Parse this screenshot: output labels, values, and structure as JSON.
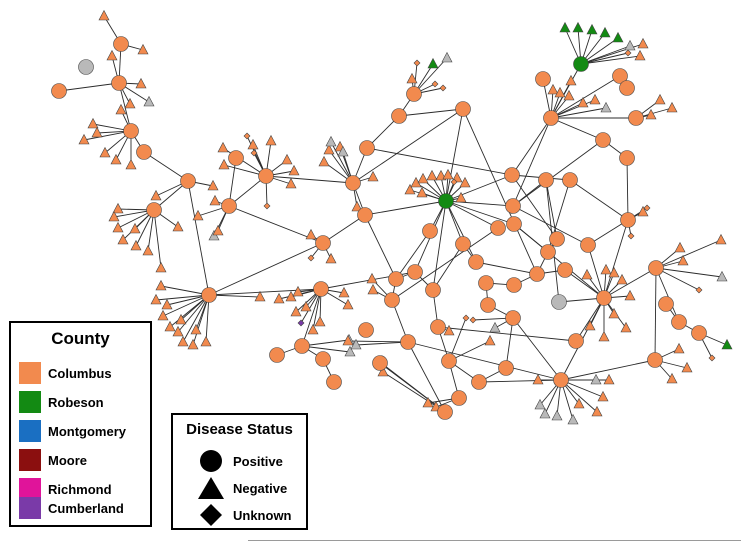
{
  "colors": {
    "columbus": "#f28a4e",
    "robeson": "#138a13",
    "montgomery": "#1a6fc2",
    "moore": "#8b0f0f",
    "richmond": "#e0149a",
    "cumberland": "#7a3aa8",
    "unknown_county": "#b9b9b9",
    "edge": "#2b2b2b",
    "node_stroke": "#444444"
  },
  "legend_county": {
    "title": "County",
    "items": [
      {
        "label": "Columbus",
        "color": "#f28a4e"
      },
      {
        "label": "Robeson",
        "color": "#138a13"
      },
      {
        "label": "Montgomery",
        "color": "#1a6fc2"
      },
      {
        "label": "Moore",
        "color": "#8b0f0f"
      },
      {
        "label": "Richmond",
        "color": "#e0149a"
      },
      {
        "label": "Cumberland",
        "color": "#7a3aa8"
      }
    ]
  },
  "legend_status": {
    "title": "Disease Status",
    "items": [
      {
        "label": "Positive",
        "shape": "circle"
      },
      {
        "label": "Negative",
        "shape": "triangle"
      },
      {
        "label": "Unknown",
        "shape": "diamond"
      }
    ]
  }
}
